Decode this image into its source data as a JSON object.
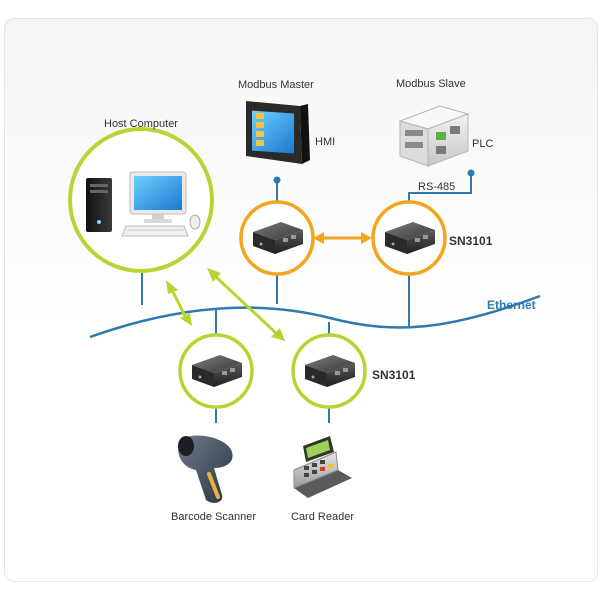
{
  "labels": {
    "host_computer": "Host Computer",
    "modbus_master": "Modbus Master",
    "hmi": "HMI",
    "modbus_slave": "Modbus Slave",
    "plc": "PLC",
    "rs485": "RS-485",
    "sn3101_top": "SN3101",
    "ethernet": "Ethernet",
    "sn3101_bottom": "SN3101",
    "barcode_scanner": "Barcode Scanner",
    "card_reader": "Card Reader"
  },
  "colors": {
    "green_ring": "#b8d432",
    "orange_ring": "#f2a51f",
    "blue_line": "#2e7ab0",
    "green_arrow": "#b8d432",
    "orange_arrow": "#f2a51f"
  }
}
